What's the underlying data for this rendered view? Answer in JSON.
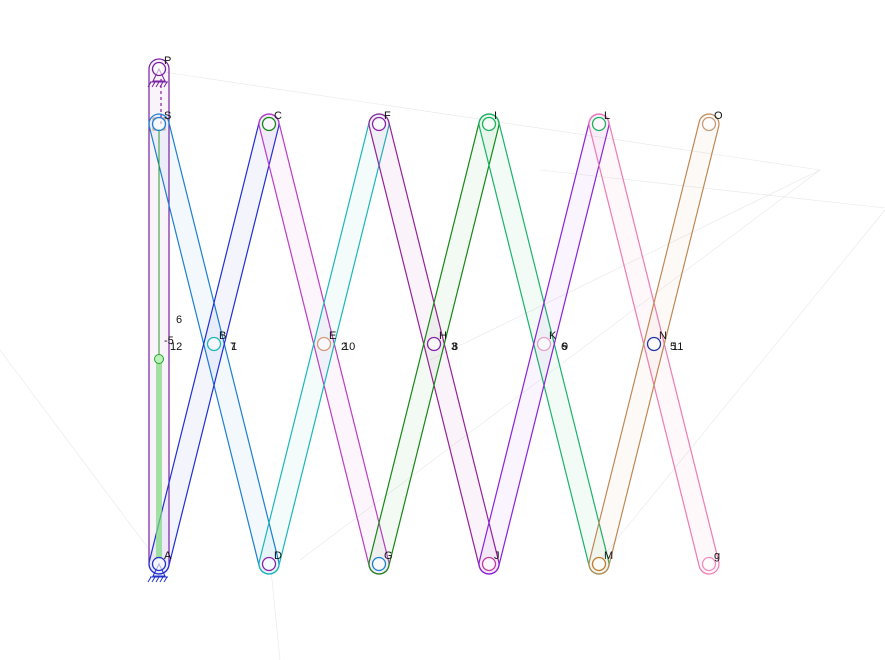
{
  "diagram": {
    "joints": [
      {
        "id": "P",
        "label": "P",
        "color": "#7a1fa2"
      },
      {
        "id": "S",
        "label": "S",
        "color": "#1a7fd4"
      },
      {
        "id": "A",
        "label": "A",
        "color": "#2233cc"
      },
      {
        "id": "B",
        "label": "B",
        "color": "#1ab7b7"
      },
      {
        "id": "C",
        "label": "C",
        "color": "#118811"
      },
      {
        "id": "D",
        "label": "D",
        "color": "#8822aa"
      },
      {
        "id": "E",
        "label": "E",
        "color": "#d49a7a"
      },
      {
        "id": "F",
        "label": "F",
        "color": "#8822aa"
      },
      {
        "id": "G",
        "label": "G",
        "color": "#1a7fd4"
      },
      {
        "id": "H",
        "label": "H",
        "color": "#8822aa"
      },
      {
        "id": "I",
        "label": "I",
        "color": "#19b35a"
      },
      {
        "id": "J",
        "label": "J",
        "color": "#c03aa0"
      },
      {
        "id": "K",
        "label": "K",
        "color": "#e8a0c8"
      },
      {
        "id": "L",
        "label": "L",
        "color": "#19b35a"
      },
      {
        "id": "M",
        "label": "M",
        "color": "#c27b2d"
      },
      {
        "id": "N",
        "label": "N",
        "color": "#2233aa"
      },
      {
        "id": "O",
        "label": "O",
        "color": "#c79a7a"
      },
      {
        "id": "g",
        "label": "g",
        "color": "#f08cc0"
      }
    ],
    "links": [
      {
        "from": "P",
        "to": "A",
        "color": "#7a1fa2"
      },
      {
        "from": "S",
        "to": "D",
        "color": "#1a7fd4"
      },
      {
        "from": "A",
        "to": "C",
        "color": "#1f2fd6"
      },
      {
        "from": "C",
        "to": "G",
        "color": "#c03ac8"
      },
      {
        "from": "D",
        "to": "F",
        "color": "#1ab7b7"
      },
      {
        "from": "F",
        "to": "J",
        "color": "#9a1f9a"
      },
      {
        "from": "G",
        "to": "I",
        "color": "#138a13"
      },
      {
        "from": "I",
        "to": "M",
        "color": "#19b36a"
      },
      {
        "from": "J",
        "to": "L",
        "color": "#8822dd"
      },
      {
        "from": "L",
        "to": "g",
        "color": "#f07ab0"
      },
      {
        "from": "M",
        "to": "O",
        "color": "#c08855"
      }
    ],
    "grounds": [
      "P",
      "A"
    ],
    "slider": {
      "color": "#7ed97e"
    },
    "numbers": [
      {
        "text": "6",
        "near": "S"
      },
      {
        "text": "-5",
        "near": "S"
      },
      {
        "text": "12",
        "near": "S"
      },
      {
        "text": "7",
        "near": "B"
      },
      {
        "text": "1",
        "near": "B"
      },
      {
        "text": "2",
        "near": "E"
      },
      {
        "text": "10",
        "near": "E"
      },
      {
        "text": "3",
        "near": "H"
      },
      {
        "text": "8",
        "near": "H"
      },
      {
        "text": "6",
        "near": "K"
      },
      {
        "text": "9",
        "near": "K"
      },
      {
        "text": "5",
        "near": "N"
      },
      {
        "text": "11",
        "near": "N"
      }
    ]
  }
}
